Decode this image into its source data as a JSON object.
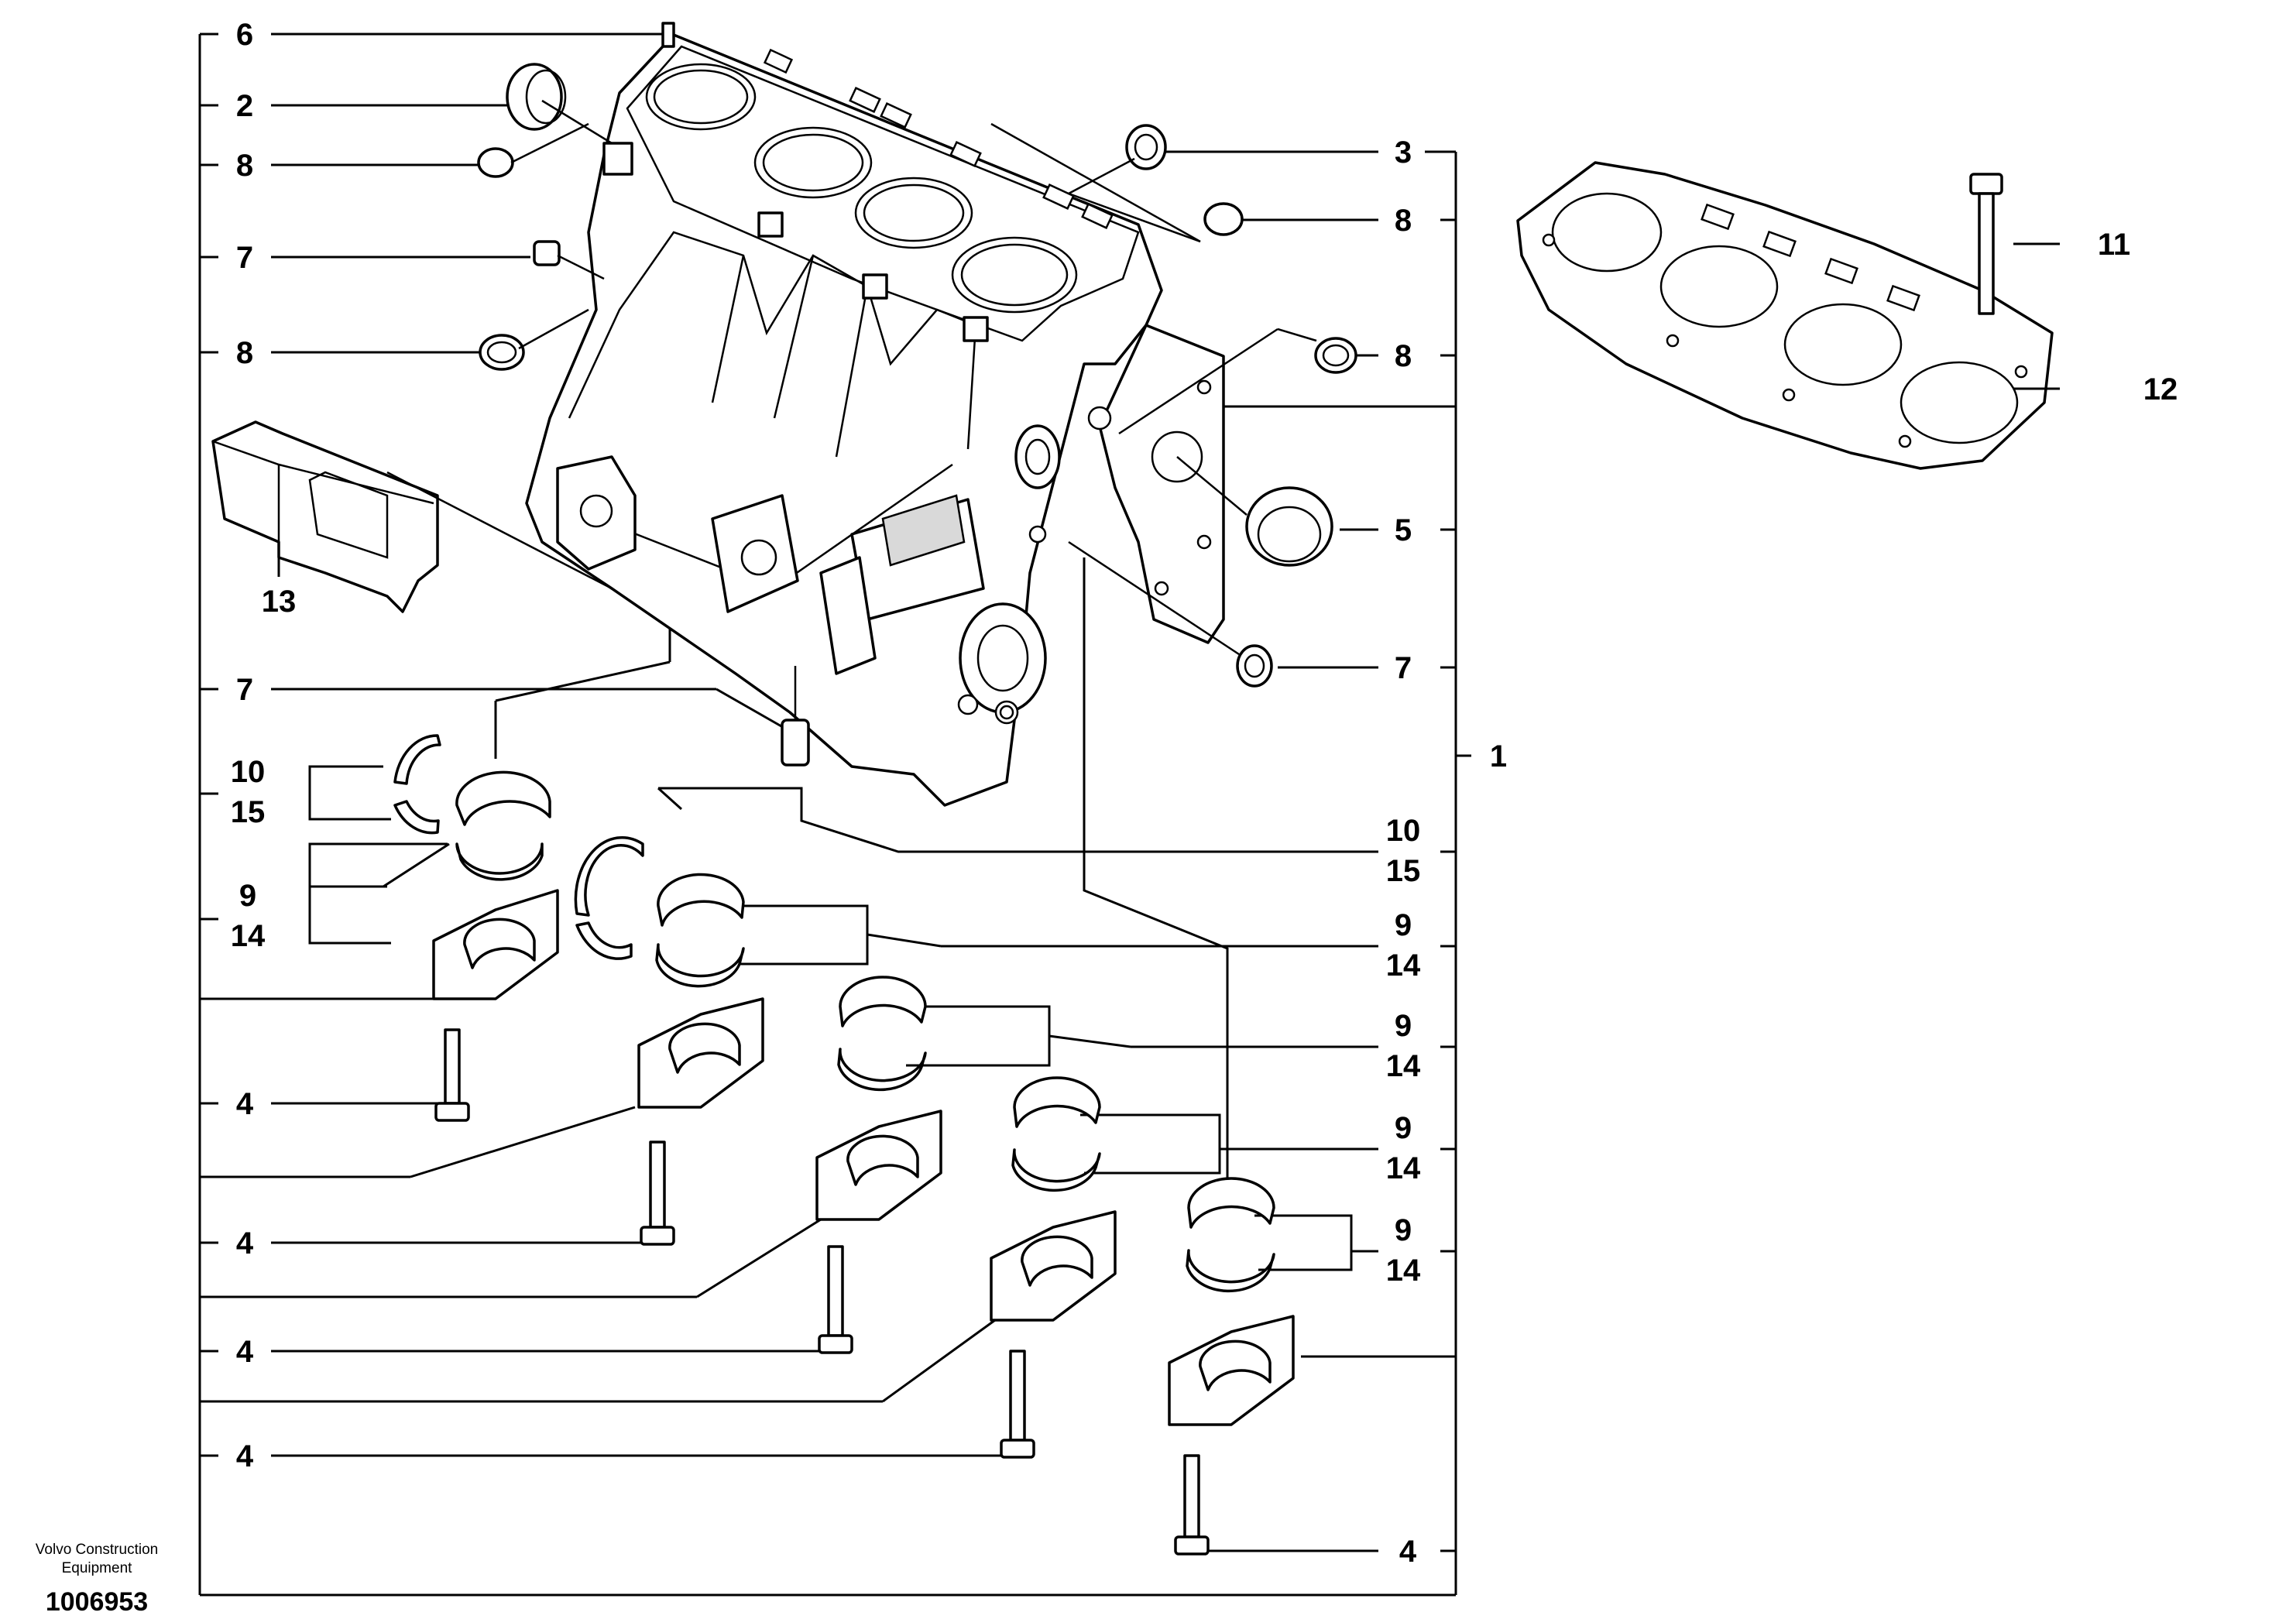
{
  "diagram": {
    "callouts": [
      "6",
      "2",
      "8",
      "7",
      "8",
      "13",
      "7",
      "10",
      "15",
      "9",
      "14",
      "4",
      "4",
      "4",
      "4",
      "3",
      "8",
      "8",
      "5",
      "7",
      "1",
      "10",
      "15",
      "9",
      "14",
      "9",
      "14",
      "9",
      "14",
      "9",
      "14",
      "4",
      "11",
      "12"
    ],
    "parts": {
      "cylinder_block": "cylinder-block",
      "head_gasket": "head-gasket",
      "head_bolt": "head-bolt",
      "bracket": "bracket-13"
    }
  },
  "footer": {
    "maker_line1": "Volvo Construction",
    "maker_line2": "Equipment",
    "doc_number": "1006953"
  }
}
